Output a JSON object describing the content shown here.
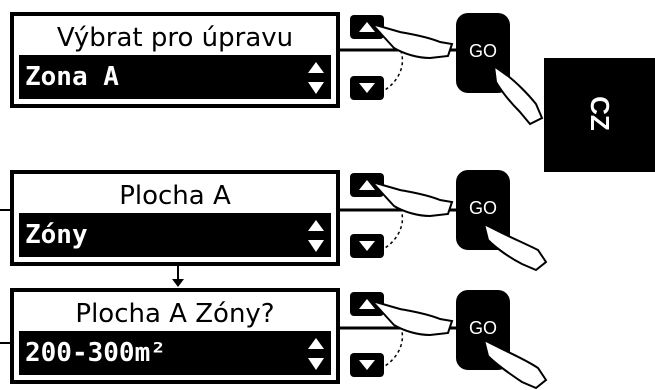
{
  "steps": [
    {
      "title": "Výbrat pro úpravu",
      "value": "Zona A"
    },
    {
      "title": "Plocha A",
      "value": "Zóny"
    },
    {
      "title": "Plocha A Zóny?",
      "value": "200-300m²"
    }
  ],
  "go_label": "GO",
  "language_tab": "CZ",
  "icons": {
    "up": "up-arrow-icon",
    "down": "down-arrow-icon",
    "hand": "hand-pointer-icon",
    "flow": "down-arrow-icon"
  },
  "colors": {
    "background": "#ffffff",
    "screen_fill": "#000000",
    "screen_text": "#ffffff"
  }
}
